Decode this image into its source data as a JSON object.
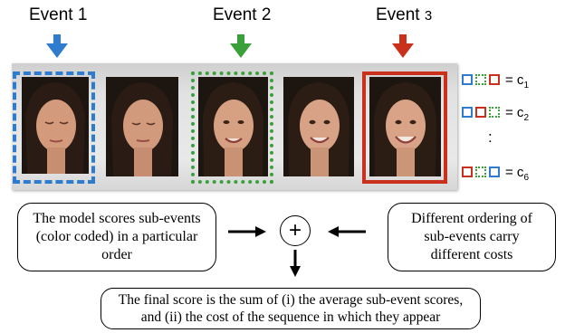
{
  "events": [
    {
      "label": "Event 1",
      "color": "#2f7ccf"
    },
    {
      "label": "Event 2",
      "color": "#3aa13a"
    },
    {
      "label": "Event 3",
      "color": "#c9311c"
    }
  ],
  "legend": [
    {
      "order": [
        "blue",
        "green",
        "red"
      ],
      "label": "= c",
      "sub": "1"
    },
    {
      "order": [
        "blue",
        "red",
        "green"
      ],
      "label": "= c",
      "sub": "2"
    },
    {
      "order": [
        "red",
        "green",
        "blue"
      ],
      "label": "= c",
      "sub": "6"
    }
  ],
  "legend_ellipsis": ":",
  "operator": "+",
  "left_box": "The model scores sub-events (color coded) in a particular order",
  "right_box": "Different ordering of sub-events carry different costs",
  "bottom_box": "The final score is the sum of (i) the average sub-event scores, and (ii) the cost of the sequence in which they appear",
  "colors": {
    "blue": "#2f7ccf",
    "green": "#3aa13a",
    "red": "#c9311c"
  }
}
